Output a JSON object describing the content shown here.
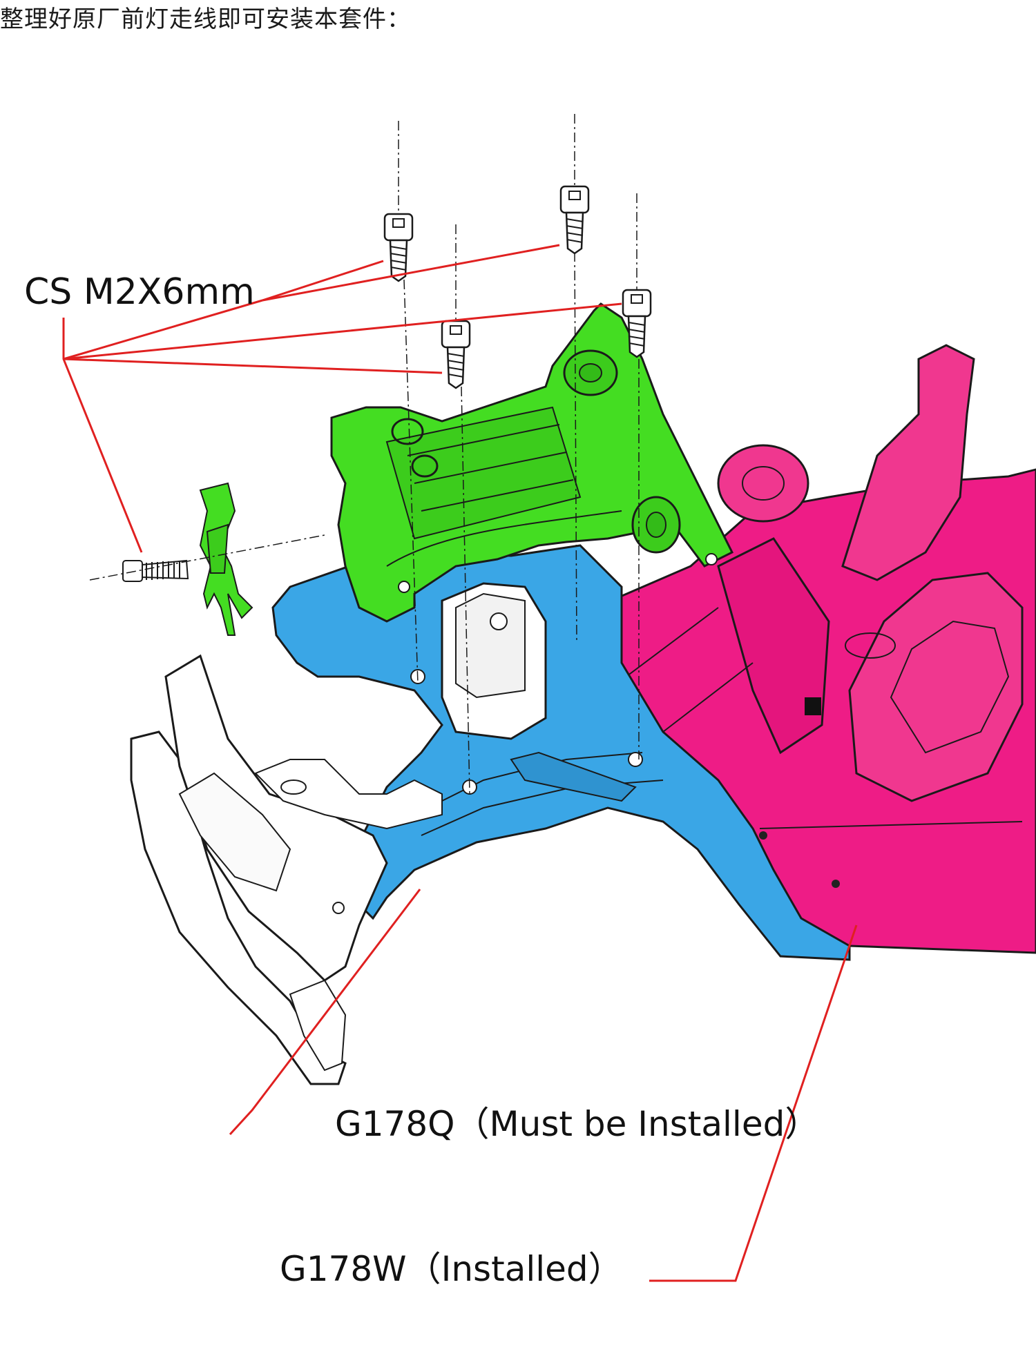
{
  "caption": "整理好原厂前灯走线即可安装本套件：",
  "labels": {
    "screw": "CS M2X6mm",
    "part_q": "G178Q（Must be Installed）",
    "part_w": "G178W（Installed）"
  },
  "colors": {
    "kit_green": "#44dd22",
    "fender_blue": "#3aa6e6",
    "body_pink": "#ee1c86",
    "leader_red": "#e02020",
    "outline": "#1a1a1a"
  },
  "icons": [
    "screw-icon",
    "fan-blade-icon"
  ]
}
